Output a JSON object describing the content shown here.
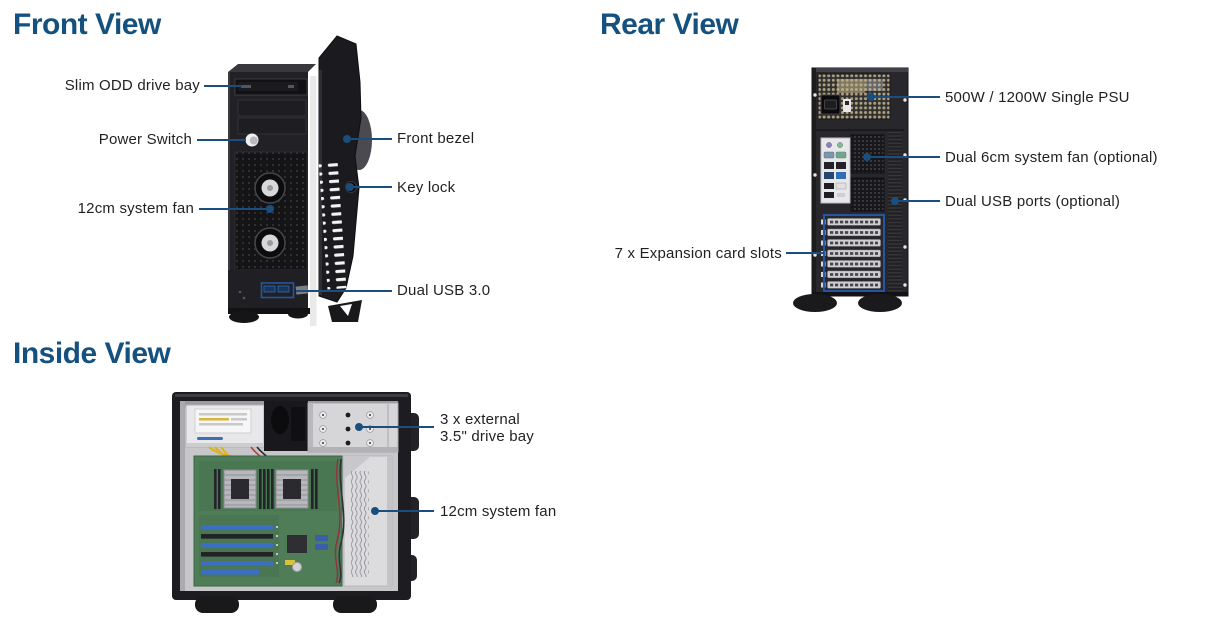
{
  "palette": {
    "heading": "#15517f",
    "leader_line": "#1a4e7f",
    "highlight_box": "#2456a2",
    "label_text": "#231f20"
  },
  "sections": {
    "front": {
      "title": "Front View",
      "callouts": {
        "odd": "Slim ODD drive bay",
        "power": "Power Switch",
        "bezel": "Front bezel",
        "keylock": "Key lock",
        "fan": "12cm system fan",
        "usb": "Dual USB 3.0"
      }
    },
    "rear": {
      "title": "Rear View",
      "callouts": {
        "psu": "500W / 1200W Single PSU",
        "fan": "Dual 6cm system fan (optional)",
        "usb": "Dual USB ports (optional)",
        "slots": "7 x Expansion card slots"
      }
    },
    "inside": {
      "title": "Inside View",
      "callouts": {
        "drivebay_line1": "3 x external",
        "drivebay_line2": "3.5\" drive bay",
        "fan": "12cm system fan"
      }
    }
  }
}
